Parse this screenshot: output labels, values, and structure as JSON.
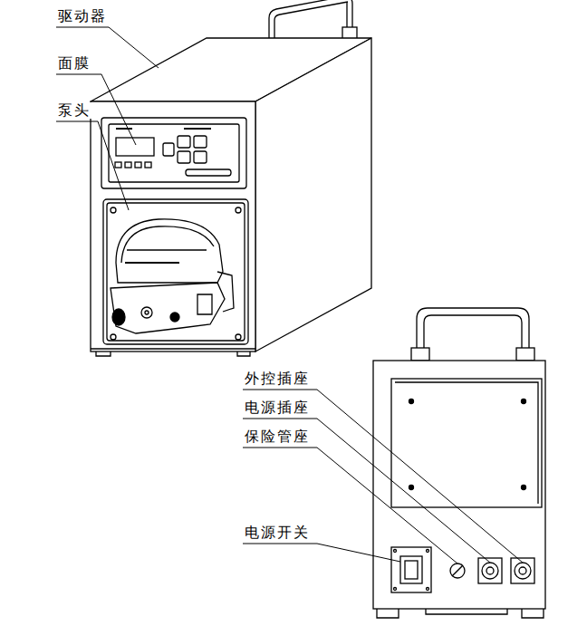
{
  "diagram": {
    "labels": [
      "驱动器",
      "面膜",
      "泵头",
      "外控插座",
      "电源插座",
      "保险管座",
      "电源开关"
    ]
  }
}
